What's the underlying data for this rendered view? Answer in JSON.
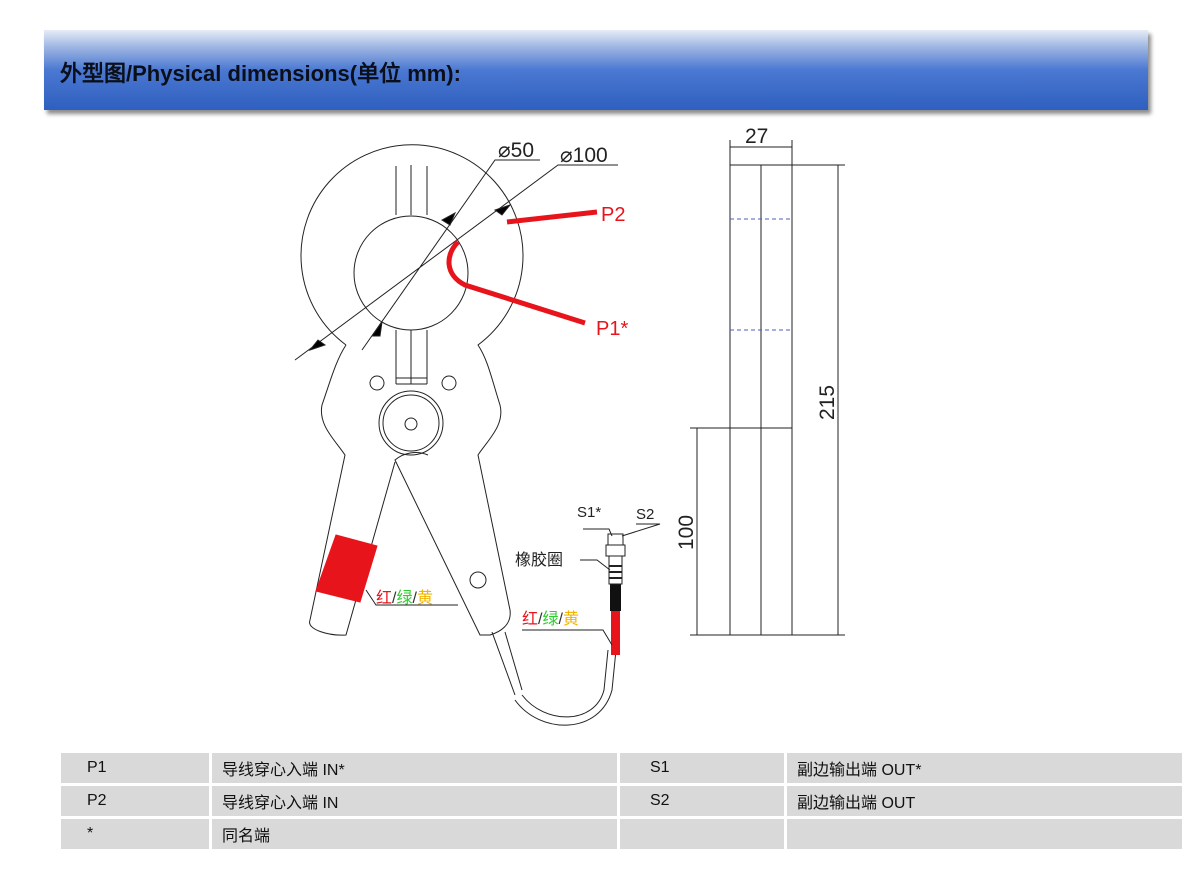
{
  "header": {
    "title": "外型图/Physical dimensions(单位 mm):"
  },
  "drawing": {
    "front": {
      "dim_inner": "⌀50",
      "dim_outer": "⌀100",
      "label_p2": "P2",
      "label_p1": "P1*",
      "color_code_jaw": {
        "red": "红",
        "green": "绿",
        "yellow": "黄",
        "sep": "/"
      },
      "color_code_cable": {
        "red": "红",
        "green": "绿",
        "yellow": "黄",
        "sep": "/"
      },
      "label_rubber_ring": "橡胶圈",
      "label_s1": "S1*",
      "label_s2": "S2"
    },
    "side": {
      "width": "27",
      "height": "215",
      "lower_height": "100"
    },
    "colors": {
      "accent_red": "#e8141b",
      "green": "#2ecc2e",
      "yellow": "#f2b400"
    }
  },
  "pin_table": {
    "rows": [
      [
        "P1",
        "导线穿心入端 IN*",
        "S1",
        "副边输出端 OUT*"
      ],
      [
        "P2",
        "导线穿心入端 IN",
        "S2",
        "副边输出端 OUT"
      ],
      [
        "*",
        "同名端",
        "",
        ""
      ]
    ]
  }
}
